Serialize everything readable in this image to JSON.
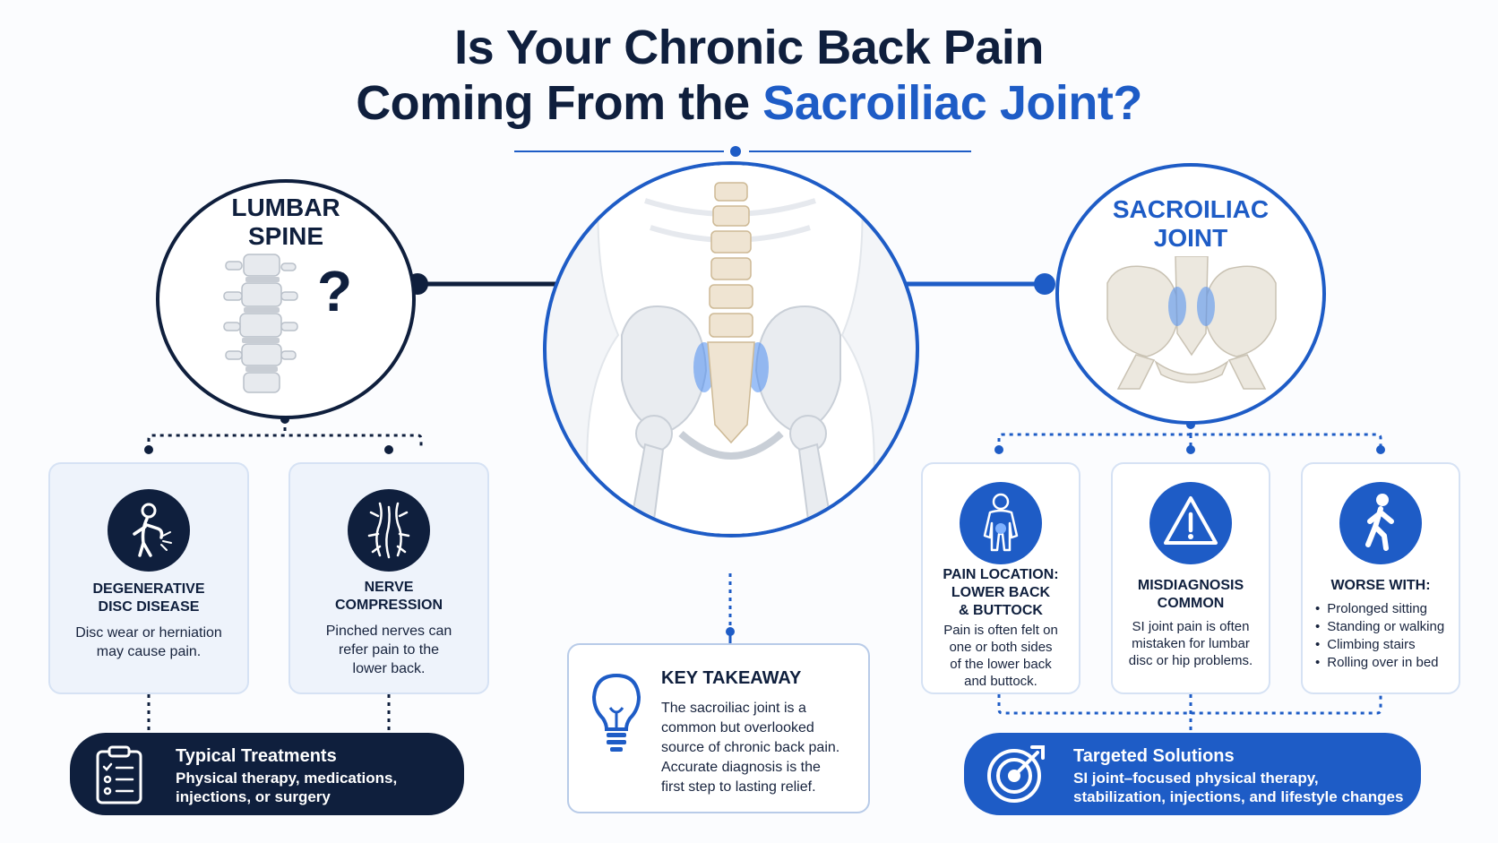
{
  "title": {
    "line1": "Is Your Chronic Back Pain",
    "line2_prefix": "Coming From the ",
    "line2_accent": "Sacroiliac Joint?"
  },
  "colors": {
    "navy": "#0f1f3d",
    "accent_blue": "#1e5cc6",
    "card_bg": "#eef3fb",
    "card_border": "#d6e2f4"
  },
  "lumbar": {
    "label_line1": "LUMBAR",
    "label_line2": "SPINE",
    "question_mark": "?",
    "cards": [
      {
        "icon": "back-pain-person-icon",
        "title_lines": [
          "DEGENERATIVE",
          "DISC DISEASE"
        ],
        "body_lines": [
          "Disc wear or herniation",
          "may cause pain."
        ]
      },
      {
        "icon": "nerves-icon",
        "title_lines": [
          "NERVE",
          "COMPRESSION"
        ],
        "body_lines": [
          "Pinched nerves can",
          "refer pain to the",
          "lower back."
        ]
      }
    ],
    "pill": {
      "icon": "clipboard-checklist-icon",
      "title": "Typical Treatments",
      "body_lines": [
        "Physical therapy, medications,",
        "injections, or surgery"
      ]
    }
  },
  "center": {
    "image": "pelvis-anatomy-illustration",
    "key_takeaway": {
      "icon": "lightbulb-icon",
      "title": "KEY TAKEAWAY",
      "body_lines": [
        "The sacroiliac joint is a",
        "common but overlooked",
        "source of chronic back pain.",
        "Accurate diagnosis is the",
        "first step to lasting relief."
      ]
    }
  },
  "si_joint": {
    "label_line1": "SACROILIAC",
    "label_line2": "JOINT",
    "cards": [
      {
        "icon": "body-lower-back-icon",
        "title_lines": [
          "PAIN LOCATION:",
          "LOWER BACK",
          "& BUTTOCK"
        ],
        "body_lines": [
          "Pain is often felt on",
          "one or both sides",
          "of the lower back",
          "and buttock."
        ]
      },
      {
        "icon": "warning-triangle-icon",
        "title_lines": [
          "MISDIAGNOSIS",
          "COMMON"
        ],
        "body_lines": [
          "SI joint pain is often",
          "mistaken for lumbar",
          "disc or hip problems."
        ]
      },
      {
        "icon": "walking-person-icon",
        "title_lines": [
          "WORSE WITH:"
        ],
        "list": [
          "Prolonged sitting",
          "Standing or walking",
          "Climbing stairs",
          "Rolling over in bed"
        ]
      }
    ],
    "pill": {
      "icon": "target-icon",
      "title": "Targeted Solutions",
      "body_lines": [
        "SI joint–focused physical therapy,",
        "stabilization, injections, and lifestyle changes"
      ]
    }
  }
}
